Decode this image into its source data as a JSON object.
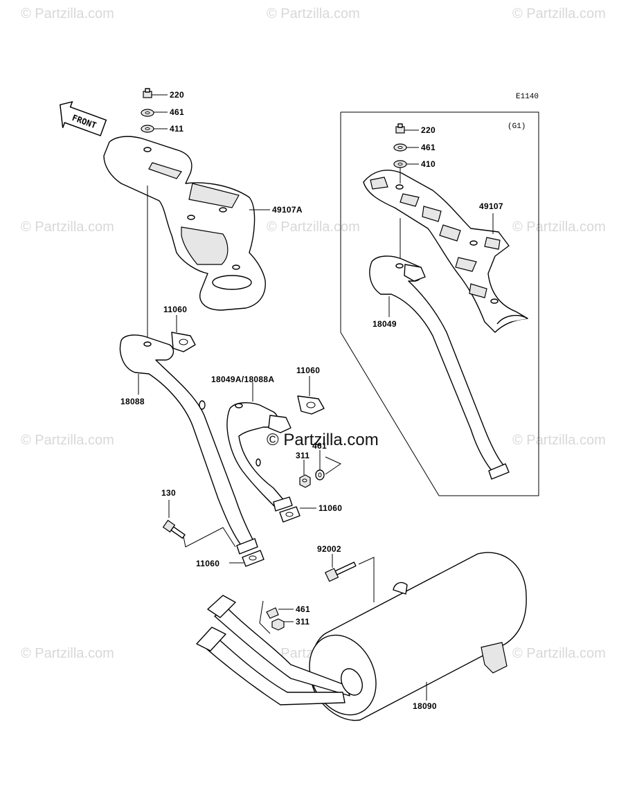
{
  "diagram_code": "E1140",
  "group_label": "(G1)",
  "front_label": "FRONT",
  "watermark": "© Partzilla.com",
  "center_watermark": "© Partzilla.com",
  "parts": {
    "p220_left": "220",
    "p461_left": "461",
    "p411": "411",
    "p49107A": "49107A",
    "p11060_a": "11060",
    "p18088": "18088",
    "p18049A_18088A": "18049A/18088A",
    "p11060_b": "11060",
    "p461_mid": "461",
    "p311_mid": "311",
    "p11060_c": "11060",
    "p130": "130",
    "p11060_d": "11060",
    "p92002": "92002",
    "p461_low": "461",
    "p311_low": "311",
    "p18090": "18090",
    "p220_right": "220",
    "p461_right": "461",
    "p410": "410",
    "p49107": "49107",
    "p18049": "18049"
  }
}
